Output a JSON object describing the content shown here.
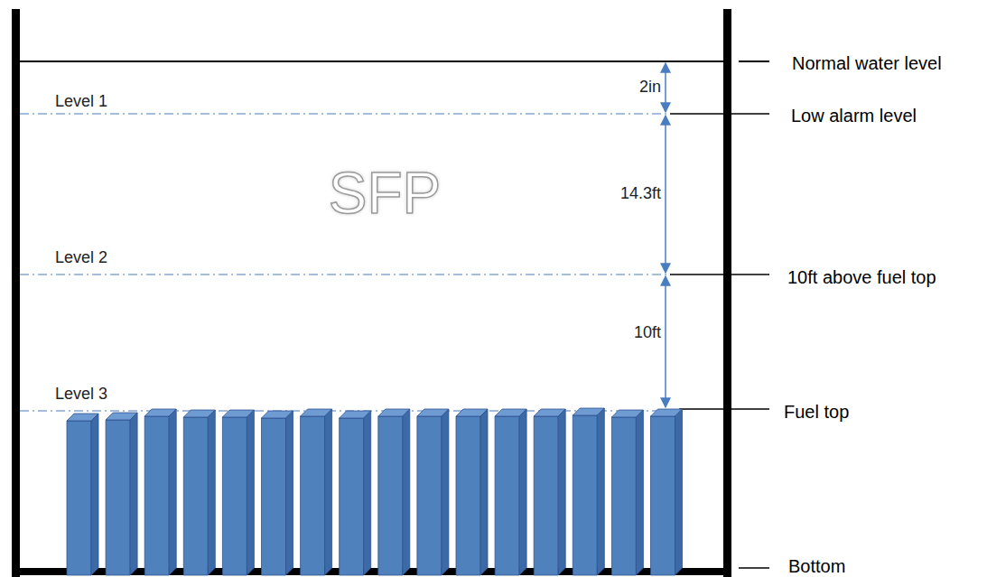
{
  "diagram": {
    "labels": [
      "Normal water level",
      "Low alarm level",
      "10ft above fuel top",
      "Fuel top",
      "Bottom",
      "Level 1",
      "Level 2",
      "Level 3",
      "2in",
      "14.3ft",
      "10ft",
      "SFP"
    ]
  }
}
